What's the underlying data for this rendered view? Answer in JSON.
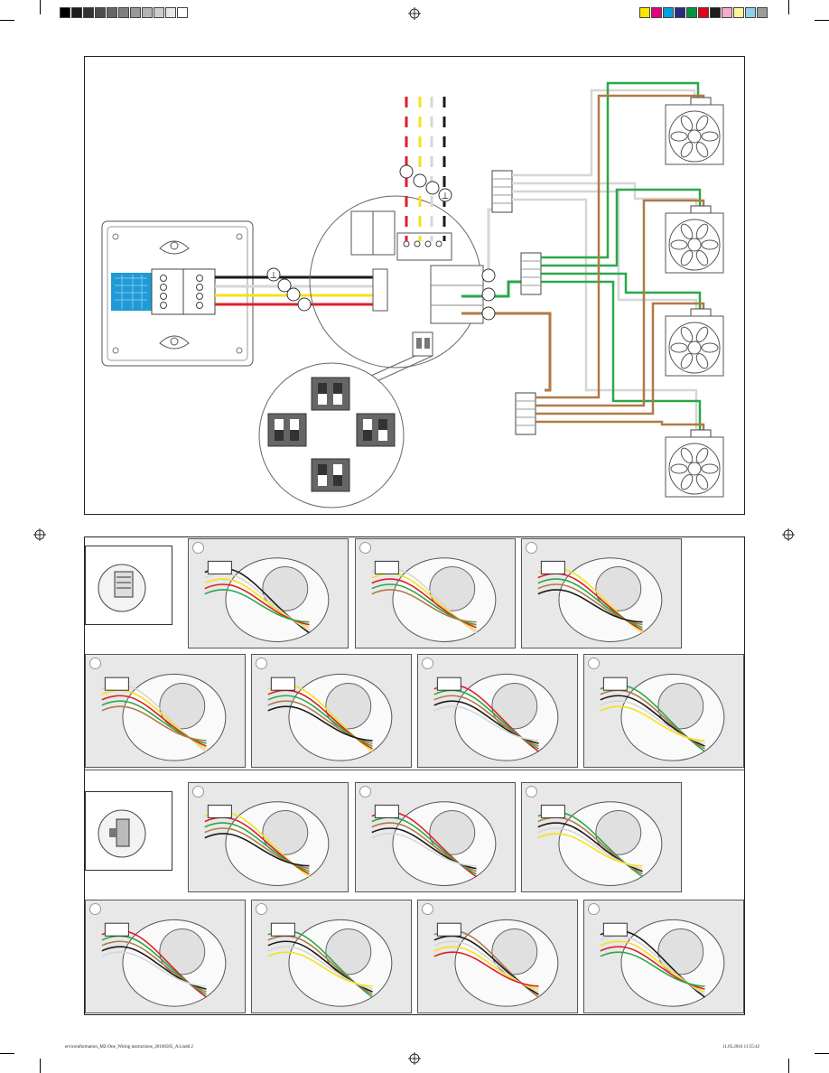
{
  "print_marks": {
    "gray_bar": [
      "#000000",
      "#1c1c1c",
      "#333333",
      "#4d4d4d",
      "#666666",
      "#808080",
      "#999999",
      "#b3b3b3",
      "#cccccc",
      "#e6e6e6",
      "#ffffff"
    ],
    "color_bar": [
      "#ffe600",
      "#e6007e",
      "#00a0e3",
      "#2d2a82",
      "#00963f",
      "#e2001a",
      "#1d1d1b",
      "#f7a9c9",
      "#fff29a",
      "#8fcfef",
      "#9d9d9c"
    ]
  },
  "wiring": {
    "colors": {
      "black": "#1a1a1a",
      "white": "#d6d6d6",
      "yellow": "#f5e11a",
      "red": "#e11d2b",
      "green": "#2aa84a",
      "brown": "#b07a45",
      "blue": "#1f9ad6"
    },
    "ground_symbol": "⊥",
    "fan_count": 4
  },
  "steps": {
    "row1_count": 3,
    "row2_count": 4,
    "row3_count": 3,
    "row4_count": 4
  },
  "footer": {
    "file": "erviceinformation_MZ-One_Wiring instructions_20160505_A3.indd   2",
    "date": "11.05.2016   11:55:42"
  }
}
